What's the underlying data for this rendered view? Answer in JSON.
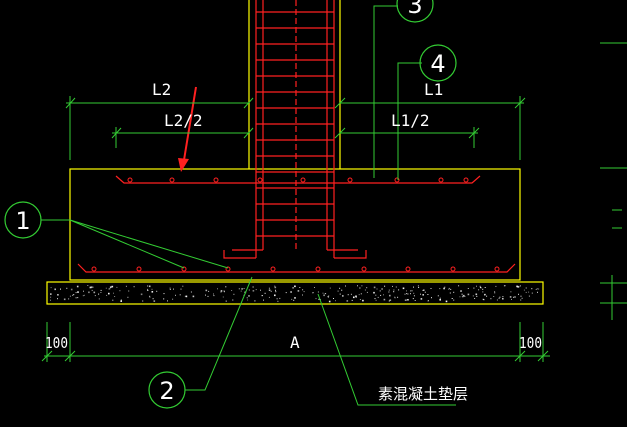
{
  "drawing": {
    "background": "#000000",
    "colors": {
      "concrete_outline": "#ffff00",
      "rebar": "#ff2020",
      "dimension": "#33cc33",
      "leader": "#33cc33",
      "text": "#ffffff",
      "arrow": "#ff2020"
    }
  },
  "dimensions": {
    "l2": "L2",
    "l2_half": "L2/2",
    "l1": "L1",
    "l1_half": "L1/2",
    "left_offset": "100",
    "width": "A",
    "right_offset": "100"
  },
  "callouts": {
    "c1": "1",
    "c2": "2",
    "c3": "3",
    "c4": "4"
  },
  "labels": {
    "cushion": "素混凝土垫层"
  }
}
